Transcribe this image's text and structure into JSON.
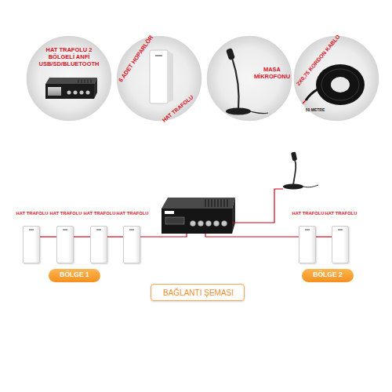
{
  "diagram": {
    "nodes": [
      {
        "text": [
          "HAT TRAFOLU 2 BÖLGELİ ANFİ USB/SD/BLUETOOTH"
        ]
      },
      {
        "text": [
          "6 ADET HOPARLÖR",
          "HAT TRAFOLU"
        ]
      },
      {
        "text": [
          "MASA MİKROFONU"
        ]
      },
      {
        "text": [
          "2X0,75 KORDON KABLO",
          "50 METRE"
        ]
      },
      {
        "text": [
          "HAT TRAFOLU"
        ]
      },
      {
        "text": [
          "HAT TRAFOLU"
        ]
      },
      {
        "text": [
          "HAT TRAFOLU"
        ]
      },
      {
        "text": [
          "HAT TRAFOLU"
        ]
      },
      {
        "text": [
          "HAT TRAFOLU"
        ]
      },
      {
        "text": [
          "HAT TRAFOLU"
        ]
      },
      {
        "text": [
          "BÖLGE 1"
        ]
      },
      {
        "text": [
          "BAĞLANTI ŞEMASI"
        ]
      },
      {
        "text": [
          "BÖLGE 2"
        ]
      }
    ],
    "edges": [
      {
        "from": 4,
        "to": 5,
        "arrow": "none"
      },
      {
        "from": 5,
        "to": 6,
        "arrow": "none"
      },
      {
        "from": 6,
        "to": 7,
        "arrow": "none"
      },
      {
        "from": 8,
        "to": 9,
        "arrow": "none"
      }
    ]
  }
}
